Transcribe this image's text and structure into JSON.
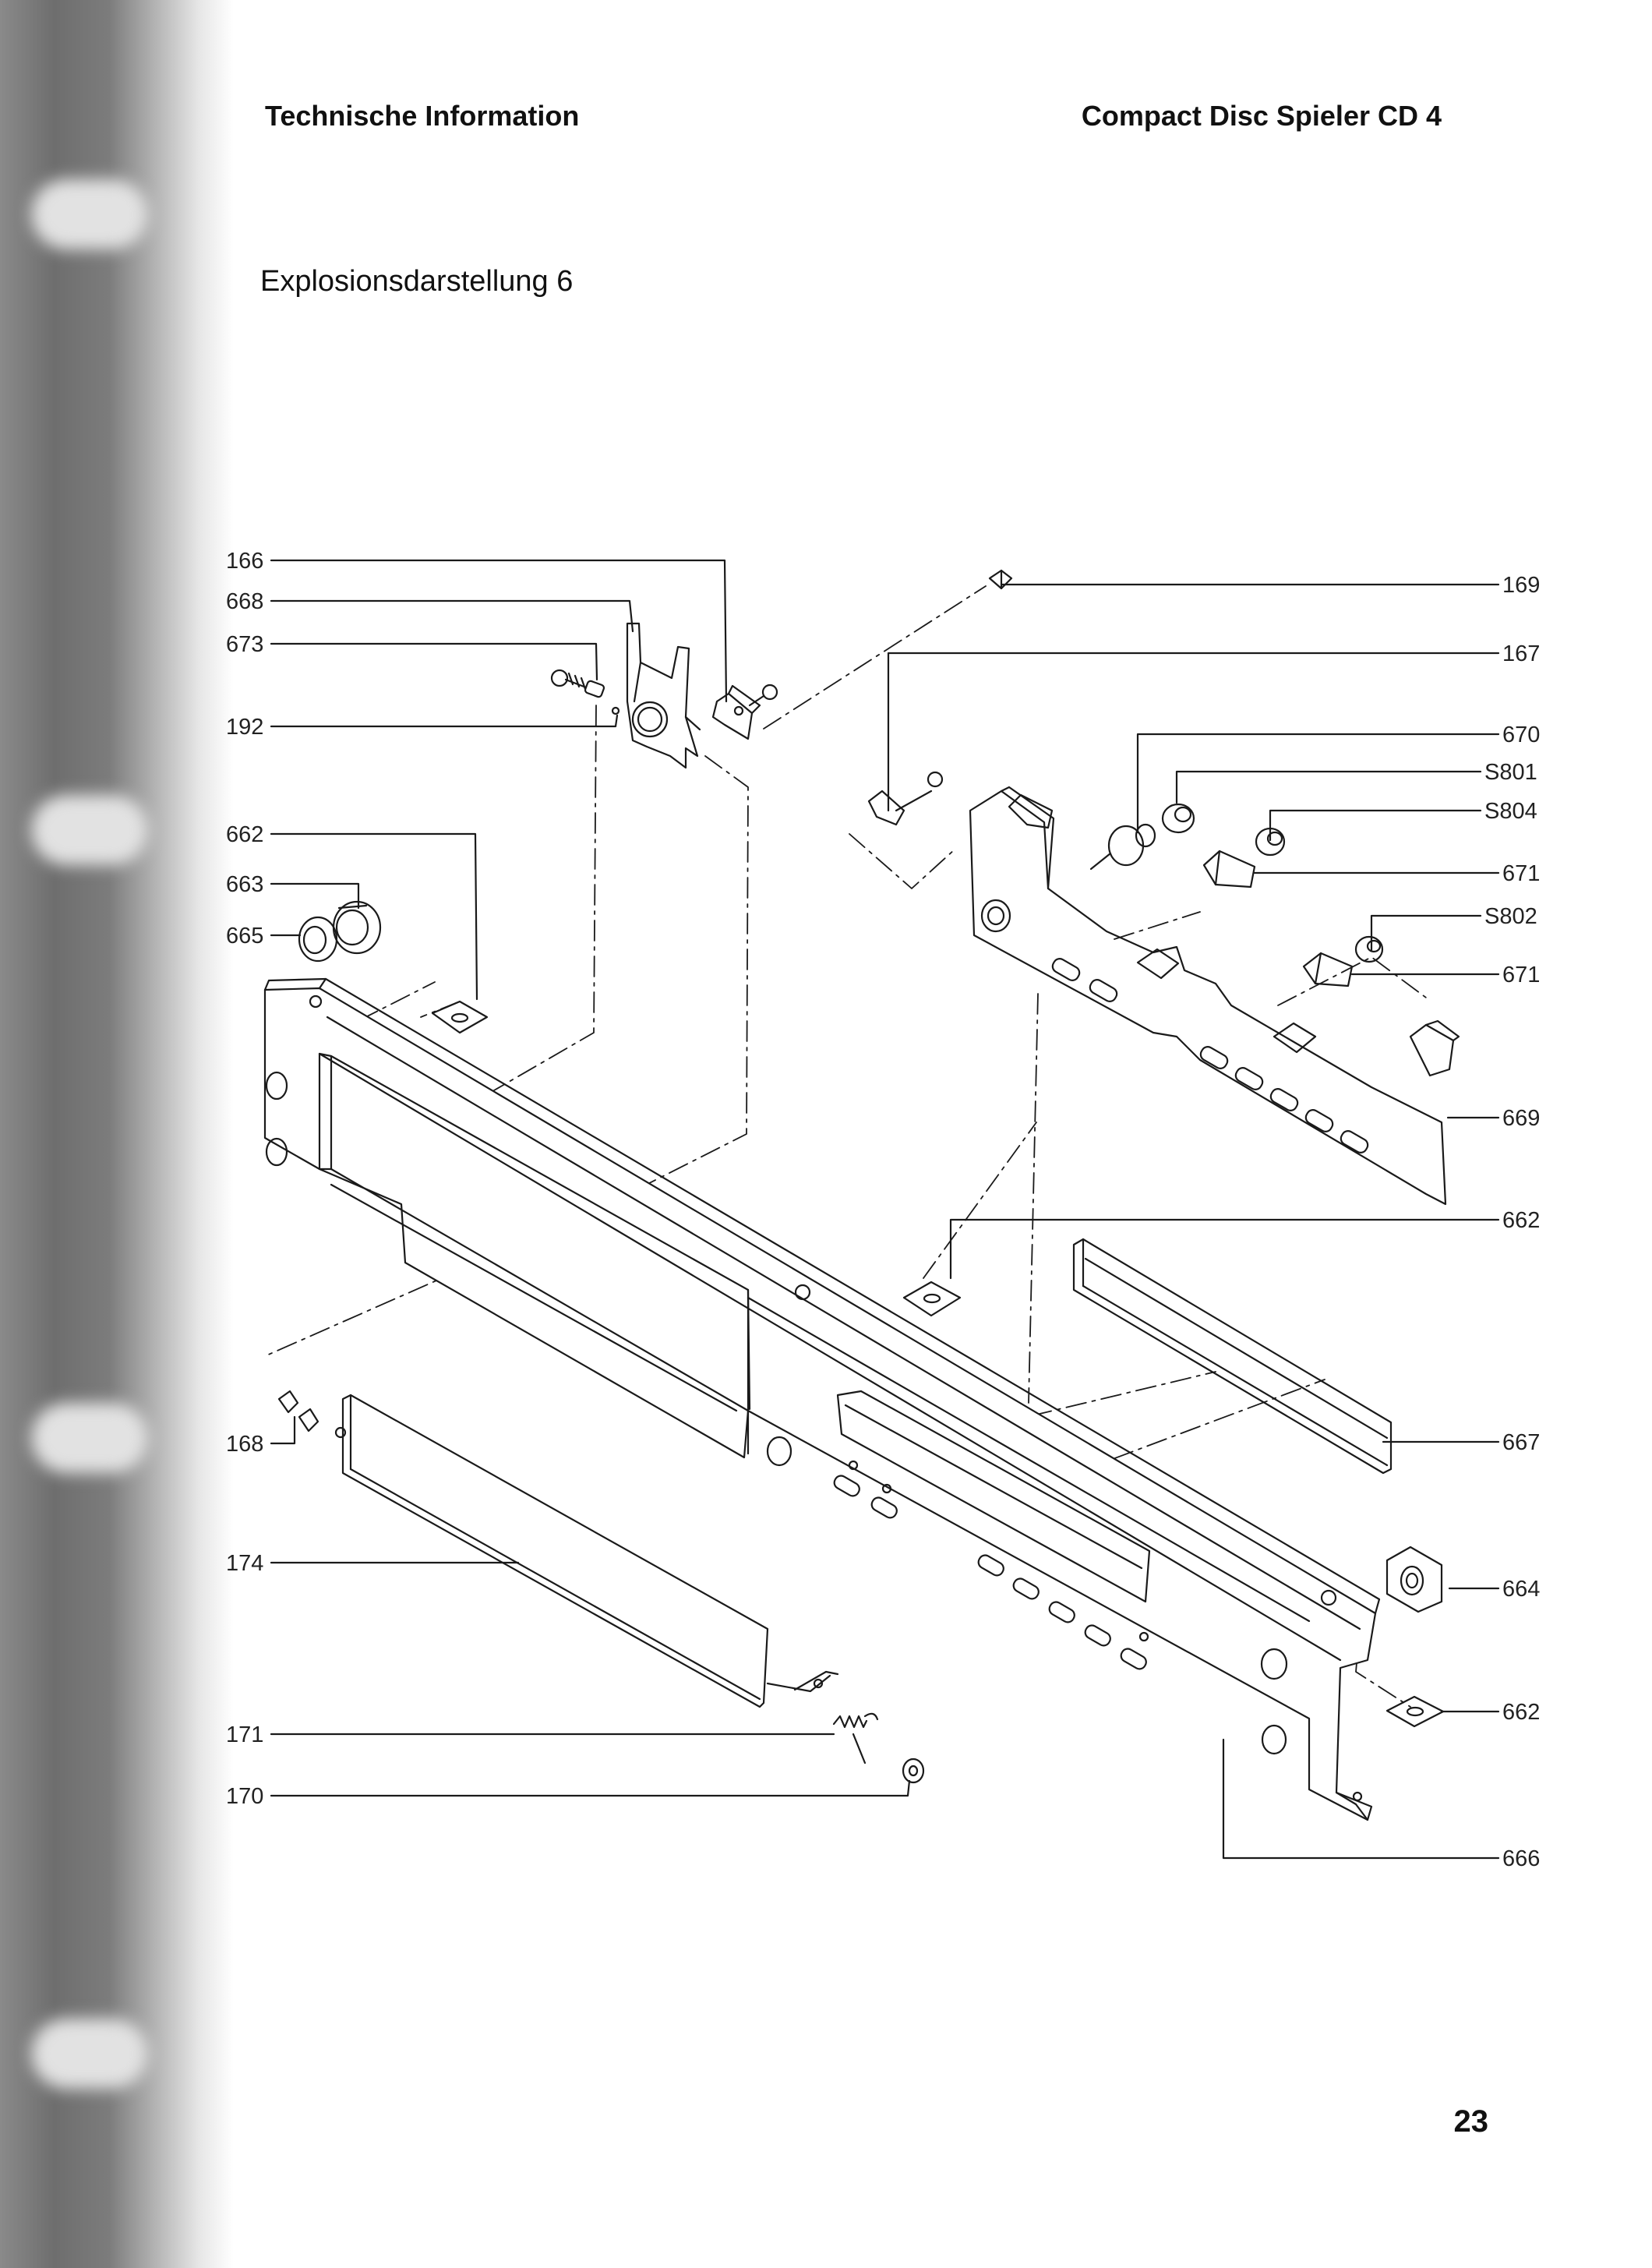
{
  "header": {
    "left_title": "Technische Information",
    "right_title": "Compact Disc Spieler CD 4"
  },
  "subtitle": "Explosionsdarstellung   6",
  "page_number": "23",
  "labels_left": [
    "166",
    "668",
    "673",
    "192",
    "662",
    "663",
    "665",
    "168",
    "174",
    "171",
    "170"
  ],
  "labels_right": [
    "169",
    "167",
    "670",
    "S801",
    "S804",
    "671",
    "S802",
    "671",
    "669",
    "662",
    "667",
    "664",
    "662",
    "666"
  ]
}
